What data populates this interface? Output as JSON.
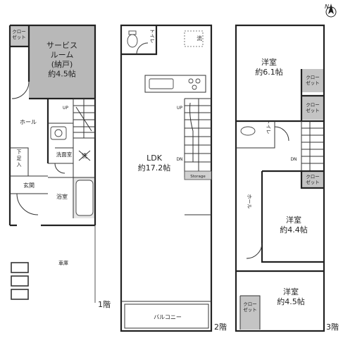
{
  "colors": {
    "wall": "#222222",
    "service_room_fill": "#b8b8b8",
    "closet_fill": "#c4c4c4",
    "bath_fill": "#e6e6e6"
  },
  "compass": {
    "label": "N"
  },
  "floor1": {
    "floor_label": "1階",
    "closet": "クロー\nゼット",
    "service_room": "サービス\nルーム\n(納戸)\n約4.5帖",
    "hall": "ホール",
    "up": "UP",
    "washroom": "洗面室",
    "wash": "洗",
    "shoe_box": "下\n足\n入",
    "entrance": "玄関",
    "bath": "浴室",
    "garage": "車庫"
  },
  "floor2": {
    "floor_label": "2階",
    "toilet": "トイレ",
    "sink": "流",
    "up": "UP",
    "dn": "DN",
    "ldk": "LDK\n約17.2帖",
    "storage": "Storage",
    "balcony": "バルコニー"
  },
  "floor3": {
    "floor_label": "3階",
    "room1": "洋室\n約6.1帖",
    "closet_a": "クロー\nゼット",
    "closet_b": "クロー\nゼット",
    "toilet": "トイレ",
    "dn": "DN",
    "closet_c": "クロー\nゼット",
    "hall": "ホール",
    "room2": "洋室\n約4.4帖",
    "room3": "洋室\n約4.5帖",
    "closet_d": "クロー\nゼット"
  }
}
